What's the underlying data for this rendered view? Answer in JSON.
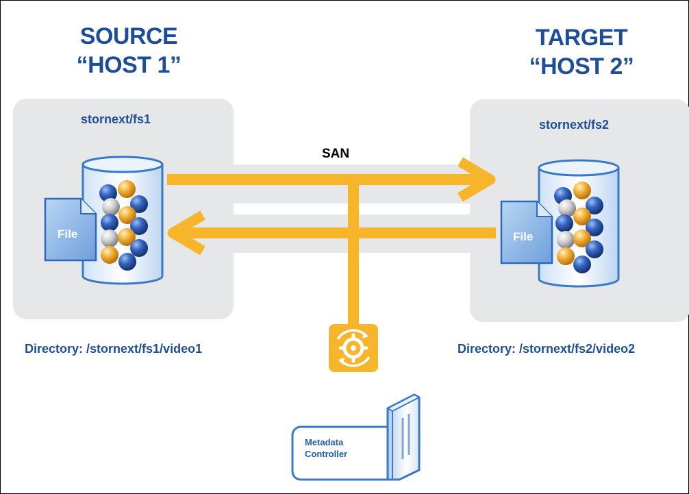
{
  "source": {
    "title_line1": "SOURCE",
    "title_line2": "“HOST 1”",
    "filesystem": "stornext/fs1",
    "directory": "Directory: /stornext/fs1/video1",
    "file_label": "File"
  },
  "target": {
    "title_line1": "TARGET",
    "title_line2": "“HOST 2”",
    "filesystem": "stornext/fs2",
    "directory": "Directory: /stornext/fs2/video2",
    "file_label": "File"
  },
  "network": {
    "label": "SAN"
  },
  "controller": {
    "line1": "Metadata",
    "line2": "Controller"
  },
  "colors": {
    "title_blue": "#1e4f96",
    "arrow_orange": "#f7b52b",
    "band_gray": "#e6e7e9",
    "sphere_blue": "#2d5bb0",
    "sphere_gold": "#f0a82a",
    "sphere_silver": "#c8c8c8"
  }
}
